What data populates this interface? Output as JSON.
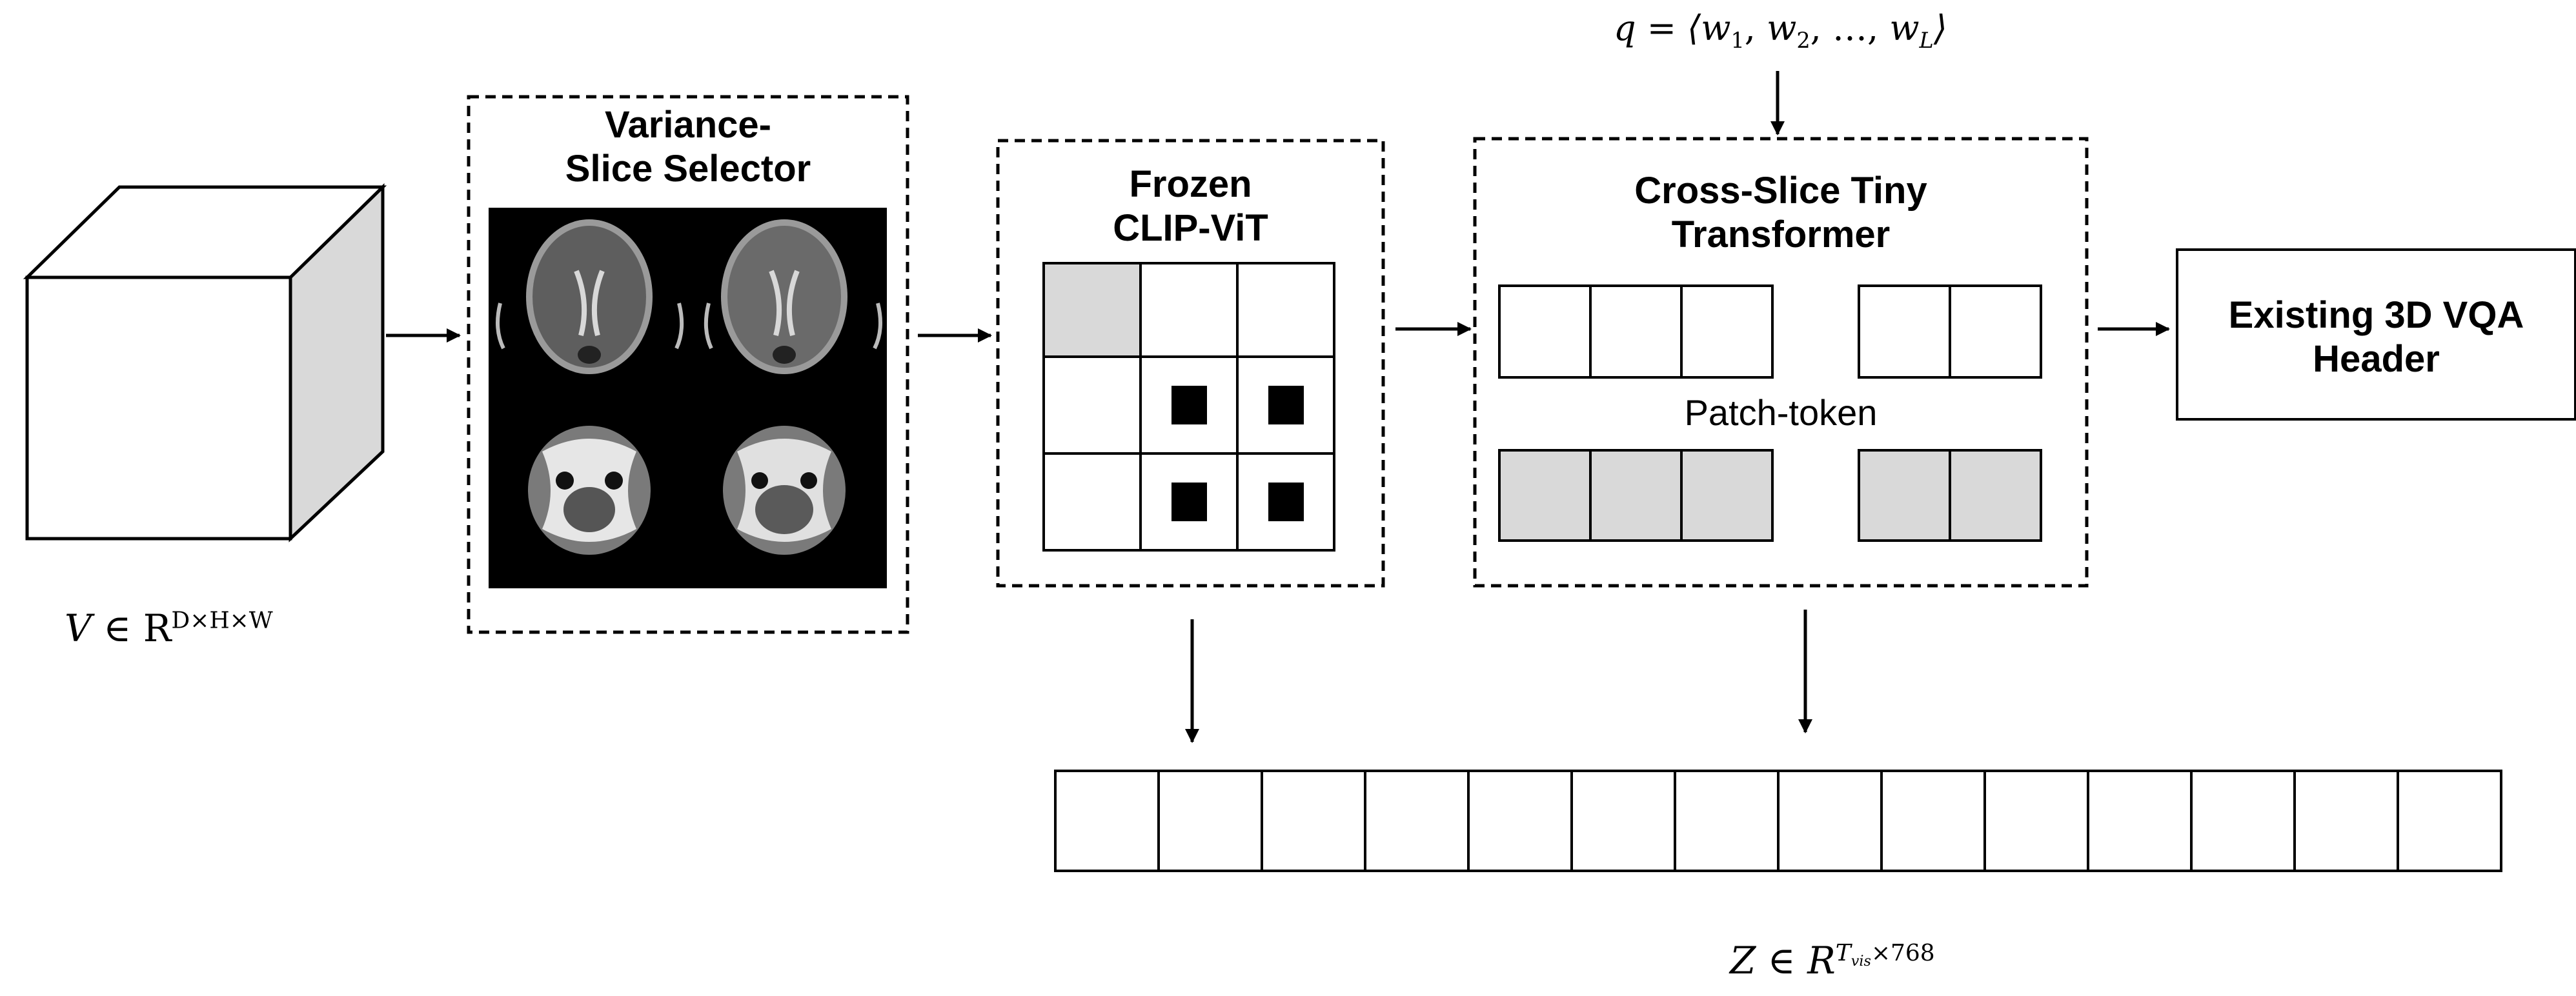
{
  "nodes": {
    "selector": {
      "title_line1": "Variance-",
      "title_line2": "Slice Selector"
    },
    "clip": {
      "title_line1": "Frozen",
      "title_line2": "CLIP-ViT"
    },
    "transformer": {
      "title_line1": "Cross-Slice Tiny",
      "title_line2": "Transformer",
      "middle_label": "Patch-token"
    },
    "vqa": {
      "title_line1": "Existing 3D VQA",
      "title_line2": "Header"
    }
  },
  "math": {
    "volume": {
      "var": "V",
      "rel": " ∈ R",
      "sup": "D×H×W"
    },
    "query": {
      "lhs": "q = ⟨",
      "w": "w",
      "s1": "1",
      "s2": "2",
      "sL": "L",
      "sep": ", ",
      "dots": "…",
      "rhs": "⟩"
    },
    "output": {
      "var": "Z",
      "rel": " ∈ ",
      "base": "R",
      "sup_var": "T",
      "sup_sub": "vis",
      "sup_rest": "×768"
    }
  },
  "colors": {
    "stroke": "#000000",
    "shaded": "#d9d9d9",
    "cube_side": "#d9d9d9",
    "scan_bg": "#000000"
  },
  "icons": {
    "ct_scans": "brain-ct-scan-images",
    "cube": "3d-volume-cube"
  }
}
